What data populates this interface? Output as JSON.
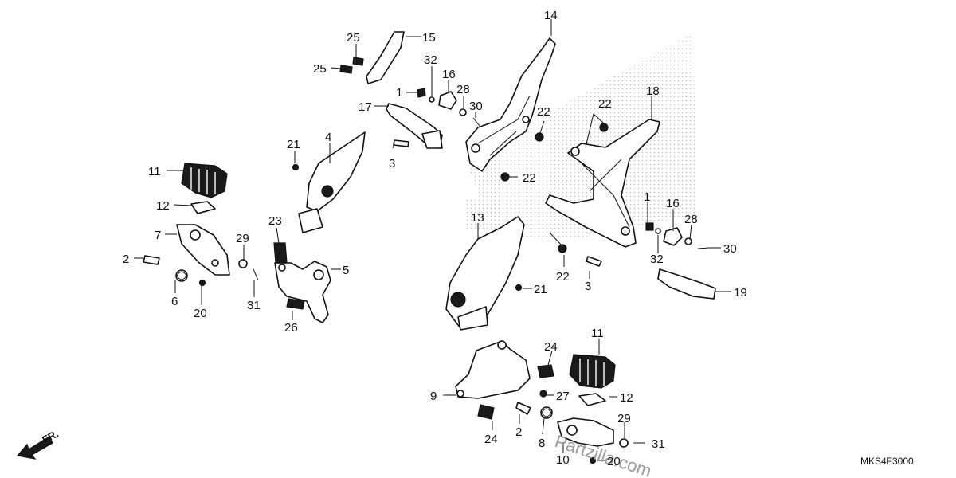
{
  "diagram": {
    "drawing_code": "MKS4F3000",
    "watermark": "Partzilla.com",
    "direction": "FR.",
    "callouts": {
      "c1a": "1",
      "c1b": "1",
      "c2a": "2",
      "c2b": "2",
      "c3a": "3",
      "c3b": "3",
      "c4": "4",
      "c5": "5",
      "c6": "6",
      "c7": "7",
      "c8": "8",
      "c9": "9",
      "c10": "10",
      "c11a": "11",
      "c11b": "11",
      "c12a": "12",
      "c12b": "12",
      "c13": "13",
      "c14": "14",
      "c15": "15",
      "c16a": "16",
      "c16b": "16",
      "c17": "17",
      "c18": "18",
      "c19": "19",
      "c20a": "20",
      "c20b": "20",
      "c21a": "21",
      "c21b": "21",
      "c22a": "22",
      "c22b": "22",
      "c22c": "22",
      "c22d": "22",
      "c23": "23",
      "c24a": "24",
      "c24b": "24",
      "c25a": "25",
      "c25b": "25",
      "c26": "26",
      "c27": "27",
      "c28a": "28",
      "c28b": "28",
      "c29a": "29",
      "c29b": "29",
      "c30a": "30",
      "c30b": "30",
      "c31a": "31",
      "c31b": "31",
      "c32a": "32",
      "c32b": "32"
    },
    "colors": {
      "ink": "#111111",
      "paper": "#ffffff",
      "stipple": "#bdbdbd",
      "watermark": "#9a9a9a"
    }
  }
}
